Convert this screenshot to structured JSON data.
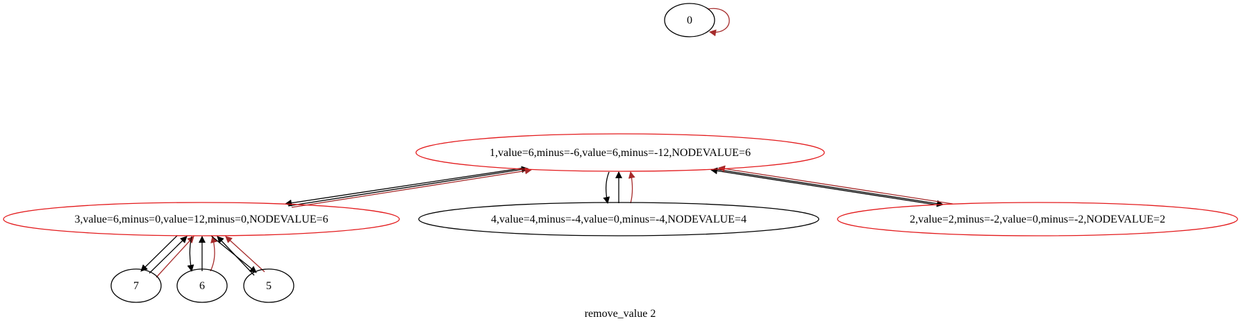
{
  "colors": {
    "black": "#000000",
    "red": "#e31a1c",
    "dark_red": "#a52a2a",
    "background": "#ffffff"
  },
  "caption": "remove_value 2",
  "nodes": {
    "n0": {
      "label": "0",
      "outline": "black"
    },
    "n1": {
      "label": "1,value=6,minus=-6,value=6,minus=-12,NODEVALUE=6",
      "outline": "red"
    },
    "n3": {
      "label": "3,value=6,minus=0,value=12,minus=0,NODEVALUE=6",
      "outline": "red"
    },
    "n4": {
      "label": "4,value=4,minus=-4,value=0,minus=-4,NODEVALUE=4",
      "outline": "black"
    },
    "n2": {
      "label": "2,value=2,minus=-2,value=0,minus=-2,NODEVALUE=2",
      "outline": "red"
    },
    "n7": {
      "label": "7",
      "outline": "black"
    },
    "n6": {
      "label": "6",
      "outline": "black"
    },
    "n5": {
      "label": "5",
      "outline": "black"
    }
  },
  "edges": [
    {
      "from": "0",
      "to": "0",
      "color": "dark_red"
    },
    {
      "from": "1",
      "to": "3",
      "color": "black"
    },
    {
      "from": "3",
      "to": "1",
      "color": "black"
    },
    {
      "from": "3",
      "to": "1",
      "color": "dark_red"
    },
    {
      "from": "1",
      "to": "4",
      "color": "black"
    },
    {
      "from": "4",
      "to": "1",
      "color": "black"
    },
    {
      "from": "4",
      "to": "1",
      "color": "dark_red"
    },
    {
      "from": "1",
      "to": "2",
      "color": "black"
    },
    {
      "from": "2",
      "to": "1",
      "color": "black"
    },
    {
      "from": "2",
      "to": "1",
      "color": "dark_red"
    },
    {
      "from": "3",
      "to": "7",
      "color": "black"
    },
    {
      "from": "7",
      "to": "3",
      "color": "black"
    },
    {
      "from": "7",
      "to": "3",
      "color": "dark_red"
    },
    {
      "from": "3",
      "to": "6",
      "color": "black"
    },
    {
      "from": "6",
      "to": "3",
      "color": "black"
    },
    {
      "from": "6",
      "to": "3",
      "color": "dark_red"
    },
    {
      "from": "3",
      "to": "5",
      "color": "black"
    },
    {
      "from": "5",
      "to": "3",
      "color": "black"
    },
    {
      "from": "5",
      "to": "3",
      "color": "dark_red"
    }
  ]
}
